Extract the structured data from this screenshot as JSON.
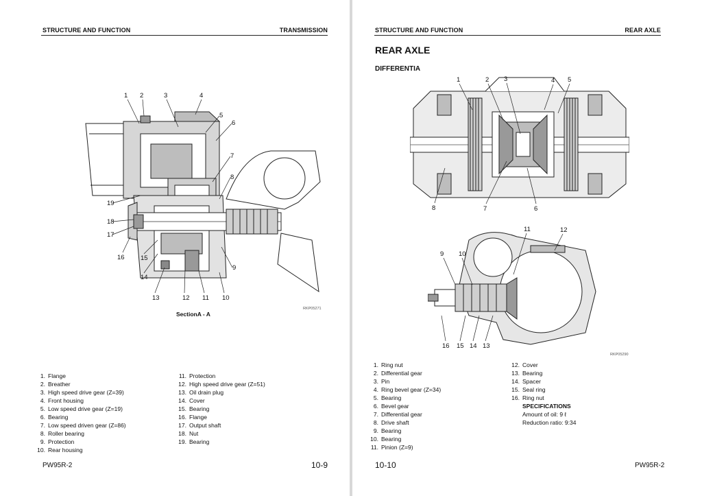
{
  "left": {
    "header_left": "STRUCTURE AND FUNCTION",
    "header_right": "TRANSMISSION",
    "callouts": [
      "1",
      "2",
      "3",
      "4",
      "5",
      "6",
      "7",
      "8",
      "9",
      "10",
      "11",
      "12",
      "13",
      "14",
      "15",
      "16",
      "17",
      "18",
      "19"
    ],
    "figure_code": "RKP05271",
    "figure_caption": "SectionA - A",
    "legend_col1": [
      {
        "num": "1.",
        "label": "Flange"
      },
      {
        "num": "2.",
        "label": "Breather"
      },
      {
        "num": "3.",
        "label": "High speed drive gear (Z=39)"
      },
      {
        "num": "4.",
        "label": "Front housing"
      },
      {
        "num": "5.",
        "label": "Low speed drive gear (Z=19)"
      },
      {
        "num": "6.",
        "label": "Bearing"
      },
      {
        "num": "7.",
        "label": "Low speed driven gear (Z=86)"
      },
      {
        "num": "8.",
        "label": "Roller bearing"
      },
      {
        "num": "9.",
        "label": "Protection"
      },
      {
        "num": "10.",
        "label": "Rear housing"
      }
    ],
    "legend_col2": [
      {
        "num": "11.",
        "label": "Protection"
      },
      {
        "num": "12.",
        "label": "High speed drive gear (Z=51)"
      },
      {
        "num": "13.",
        "label": "Oil drain plug"
      },
      {
        "num": "14.",
        "label": "Cover"
      },
      {
        "num": "15.",
        "label": "Bearing"
      },
      {
        "num": "16.",
        "label": "Flange"
      },
      {
        "num": "17.",
        "label": "Output shaft"
      },
      {
        "num": "18.",
        "label": "Nut"
      },
      {
        "num": "19.",
        "label": "Bearing"
      }
    ],
    "footer_model": "PW95R-2",
    "page_number": "10-9"
  },
  "right": {
    "header_left": "STRUCTURE AND FUNCTION",
    "header_right": "REAR AXLE",
    "title": "REAR AXLE",
    "subtitle": "DIFFERENTIA",
    "top_callouts": [
      "1",
      "2",
      "3",
      "4",
      "5",
      "6",
      "7",
      "8"
    ],
    "bottom_callouts": [
      "9",
      "10",
      "11",
      "12",
      "13",
      "14",
      "15",
      "16"
    ],
    "figure_code": "RKP05290",
    "legend_col1": [
      {
        "num": "1.",
        "label": "Ring nut"
      },
      {
        "num": "2.",
        "label": "Differential gear"
      },
      {
        "num": "3.",
        "label": "Pin"
      },
      {
        "num": "4.",
        "label": "Ring bevel gear (Z=34)"
      },
      {
        "num": "5.",
        "label": "Bearing"
      },
      {
        "num": "6.",
        "label": "Bevel gear"
      },
      {
        "num": "7.",
        "label": "Differential gear"
      },
      {
        "num": "8.",
        "label": "Drive shaft"
      },
      {
        "num": "9.",
        "label": "Bearing"
      },
      {
        "num": "10.",
        "label": "Bearing"
      },
      {
        "num": "11.",
        "label": "Pinion (Z=9)"
      }
    ],
    "legend_col2": [
      {
        "num": "12.",
        "label": "Cover"
      },
      {
        "num": "13.",
        "label": "Bearing"
      },
      {
        "num": "14.",
        "label": "Spacer"
      },
      {
        "num": "15.",
        "label": "Seal ring"
      },
      {
        "num": "16.",
        "label": "Ring nut"
      }
    ],
    "specs_heading": "SPECIFICATIONS",
    "spec_oil": "Amount of oil: 9 ℓ",
    "spec_ratio": "Reduction ratio: 9:34",
    "page_number": "10-10",
    "footer_model": "PW95R-2"
  }
}
